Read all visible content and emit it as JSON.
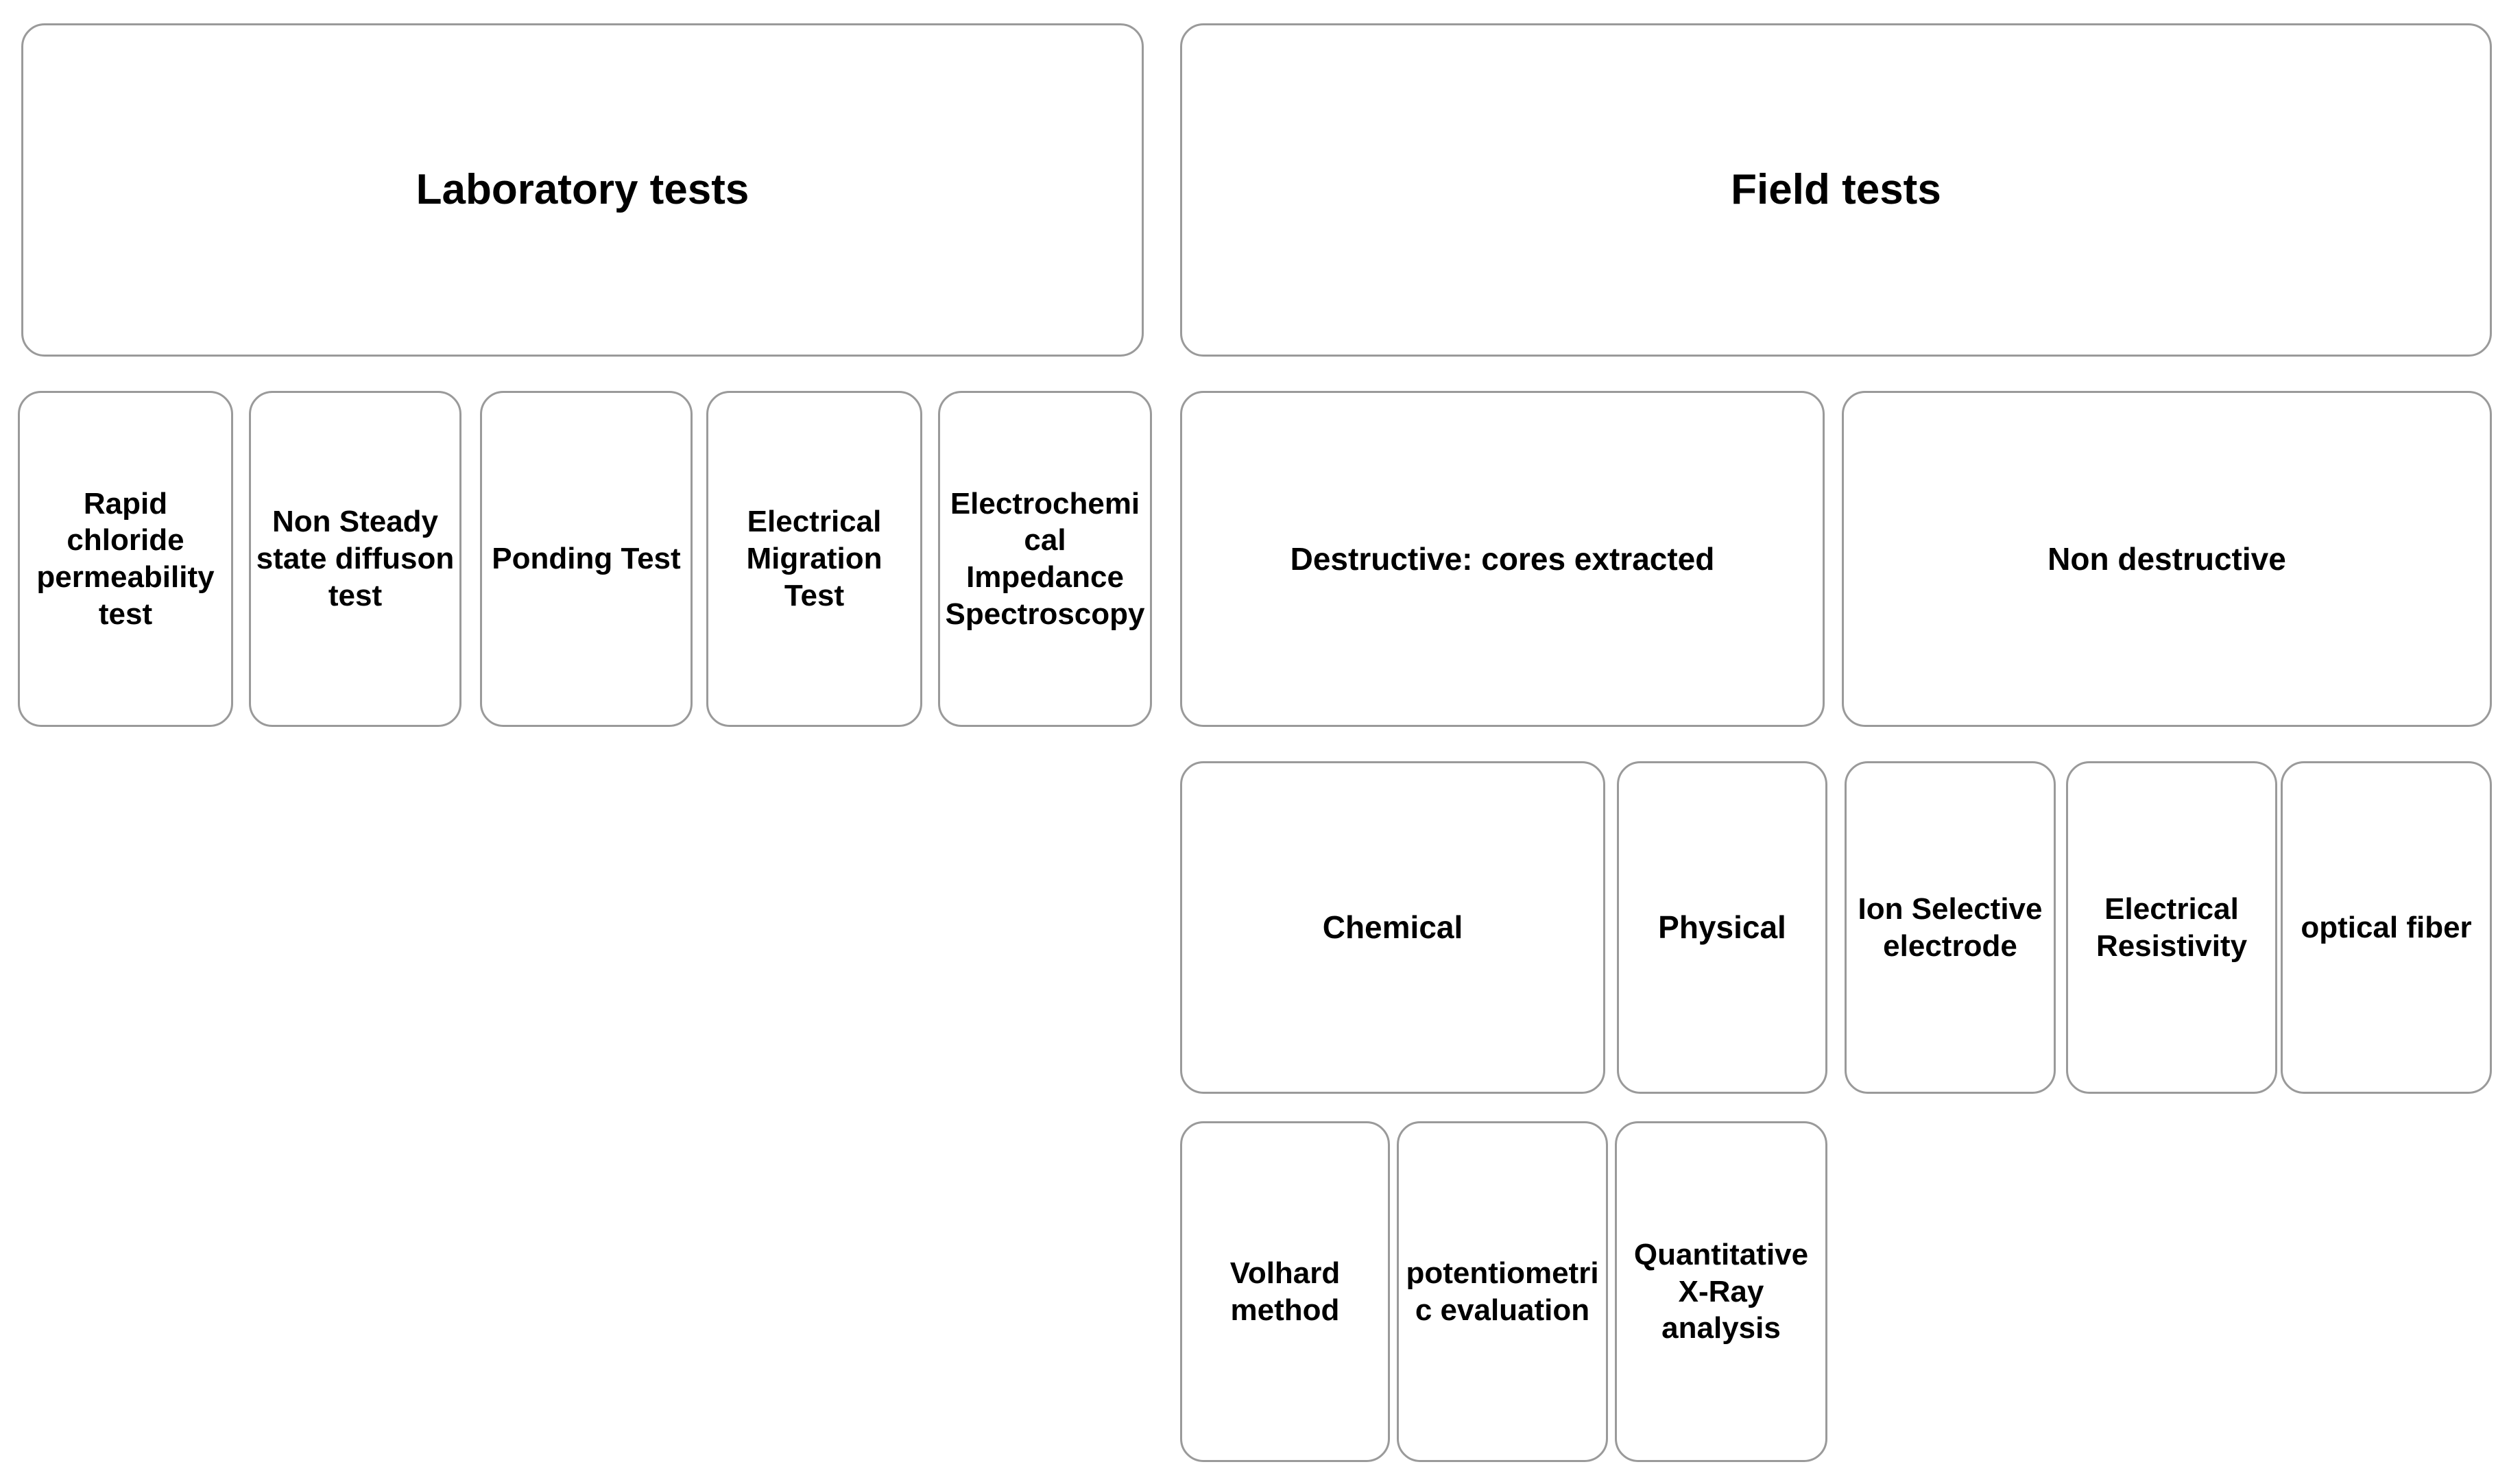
{
  "diagram": {
    "title_left": "Laboratory tests",
    "title_right": "Field tests",
    "branches": {
      "laboratory": {
        "header": "Laboratory tests",
        "tests": [
          "Rapid chloride permeability test",
          "Non Steady state diffuson test",
          "Ponding Test",
          "Electrical Migration Test",
          "Electrochemical Impedance Spectroscopy"
        ]
      },
      "field": {
        "header": "Field tests",
        "categories": [
          "Destructive: cores extracted",
          "Non destructive"
        ],
        "destructive_subtypes": [
          "Chemical",
          "Physical"
        ],
        "non_destructive_methods": [
          "Ion Selective electrode",
          "Electrical Resistivity",
          "optical fiber"
        ],
        "chemical_methods": [
          "Volhard method",
          "potentiometric evaluation",
          "Quantitative X-Ray analysis"
        ]
      }
    }
  },
  "style": {
    "border_color": "#9a9a9a",
    "text_color": "#000000",
    "background": "#ffffff"
  }
}
